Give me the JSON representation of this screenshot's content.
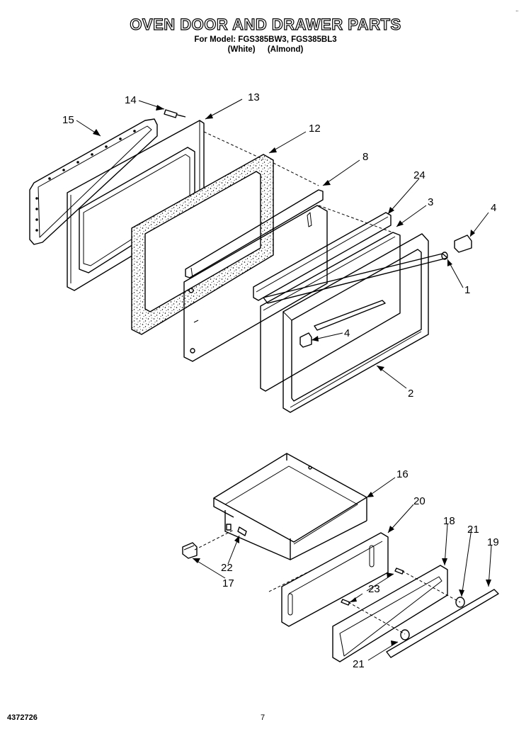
{
  "header": {
    "title": "OVEN DOOR AND DRAWER PARTS",
    "models_line": "For Model: FGS385BW3, FGS385BL3",
    "color_white": "(White)",
    "color_almond": "(Almond)",
    "corner_mark": "¨"
  },
  "callouts": [
    "14",
    "13",
    "15",
    "12",
    "8",
    "24",
    "3",
    "4",
    "1",
    "4",
    "2",
    "16",
    "20",
    "18",
    "21",
    "19",
    "22",
    "17",
    "23",
    "21"
  ],
  "footer": {
    "doc_number": "4372726",
    "page_number": "7"
  }
}
